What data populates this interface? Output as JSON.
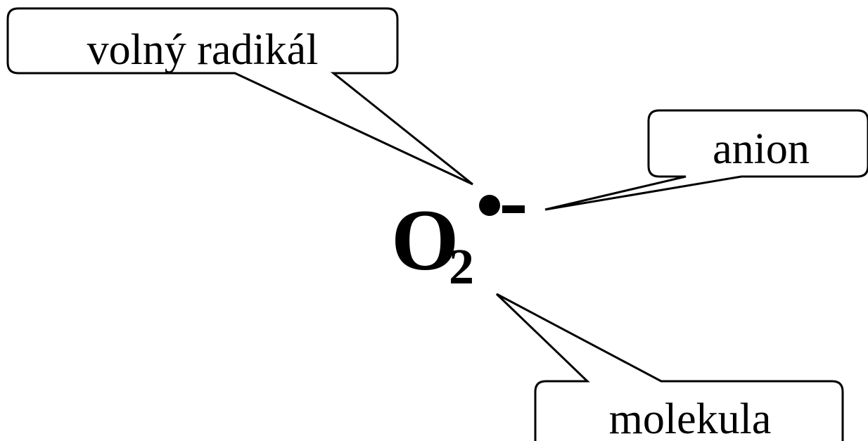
{
  "diagram": {
    "labels": {
      "radical": "volný radikál",
      "anion": "anion",
      "molecule": "molekula"
    },
    "formula": {
      "element": "O",
      "subscript": "2",
      "charge": "-"
    },
    "colors": {
      "stroke": "#000000",
      "fill": "#ffffff",
      "text": "#000000"
    }
  }
}
